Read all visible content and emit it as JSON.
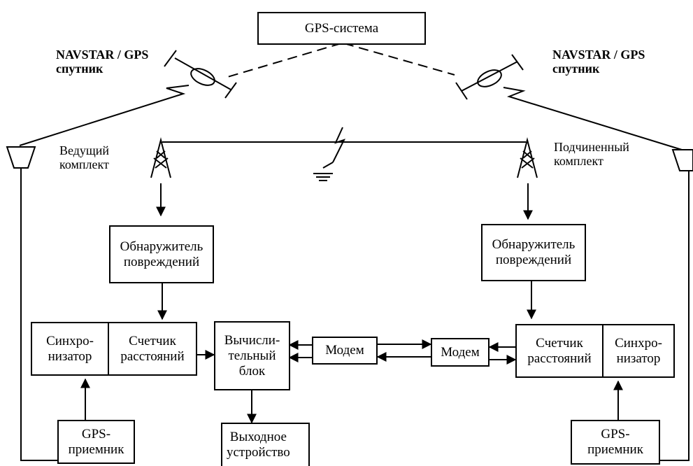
{
  "diagram": {
    "system_label": "GPS-система",
    "satellite_left": {
      "name": "NAVSTAR / GPS",
      "kind": "спутник"
    },
    "satellite_right": {
      "name": "NAVSTAR / GPS",
      "kind": "спутник"
    },
    "master_label": "Ведущий\nкомплект",
    "slave_label": "Подчиненный\nкомплект",
    "fault_detector_left": "Обнаружитель\nповреждений",
    "fault_detector_right": "Обнаружитель\nповреждений",
    "sync_left": "Синхро-\nнизатор",
    "sync_right": "Синхро-\nнизатор",
    "counter_left": "Счетчик\nрасстояний",
    "counter_right": "Счетчик\nрасстояний",
    "compute_unit": "Вычисли-\nтельный\nблок",
    "modem_left": "Модем",
    "modem_right": "Модем",
    "gps_receiver_left": "GPS-\nприемник",
    "gps_receiver_right": "GPS-\nприемник",
    "output_device": "Выходное\nустройство"
  }
}
